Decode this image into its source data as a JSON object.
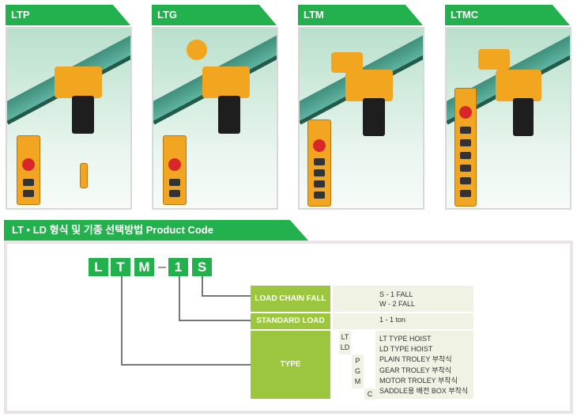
{
  "products": [
    {
      "name": "LTP",
      "pendant_buttons": 2,
      "trolley": "plain"
    },
    {
      "name": "LTG",
      "pendant_buttons": 2,
      "trolley": "gear"
    },
    {
      "name": "LTM",
      "pendant_buttons": 4,
      "trolley": "motor"
    },
    {
      "name": "LTMC",
      "pendant_buttons": 6,
      "trolley": "motor-saddle"
    }
  ],
  "section": {
    "title": "LT • LD 형식 및 기종 선택방법 Product Code"
  },
  "code": {
    "letters": [
      "L",
      "T",
      "M",
      "1",
      "S"
    ],
    "dash": "-"
  },
  "colors": {
    "green": "#22b14c",
    "lime": "#9dc63f",
    "cell": "#f0f3e3"
  },
  "rows": {
    "chain_fall": {
      "label": "LOAD CHAIN FALL",
      "values": [
        "S - 1 FALL",
        "W - 2 FALL"
      ]
    },
    "standard_load": {
      "label": "STANDARD LOAD",
      "value": "1 - 1 ton"
    },
    "type": {
      "label": "TYPE",
      "codes": [
        "LT",
        "LD",
        "P",
        "G",
        "M",
        "C"
      ],
      "values": [
        "LT TYPE HOIST",
        "LD TYPE HOIST",
        "PLAIN TROLEY 부착식",
        "GEAR TROLEY 부착식",
        "MOTOR TROLEY 부착식",
        "SADDLE용 배전 BOX 부착식"
      ]
    }
  }
}
